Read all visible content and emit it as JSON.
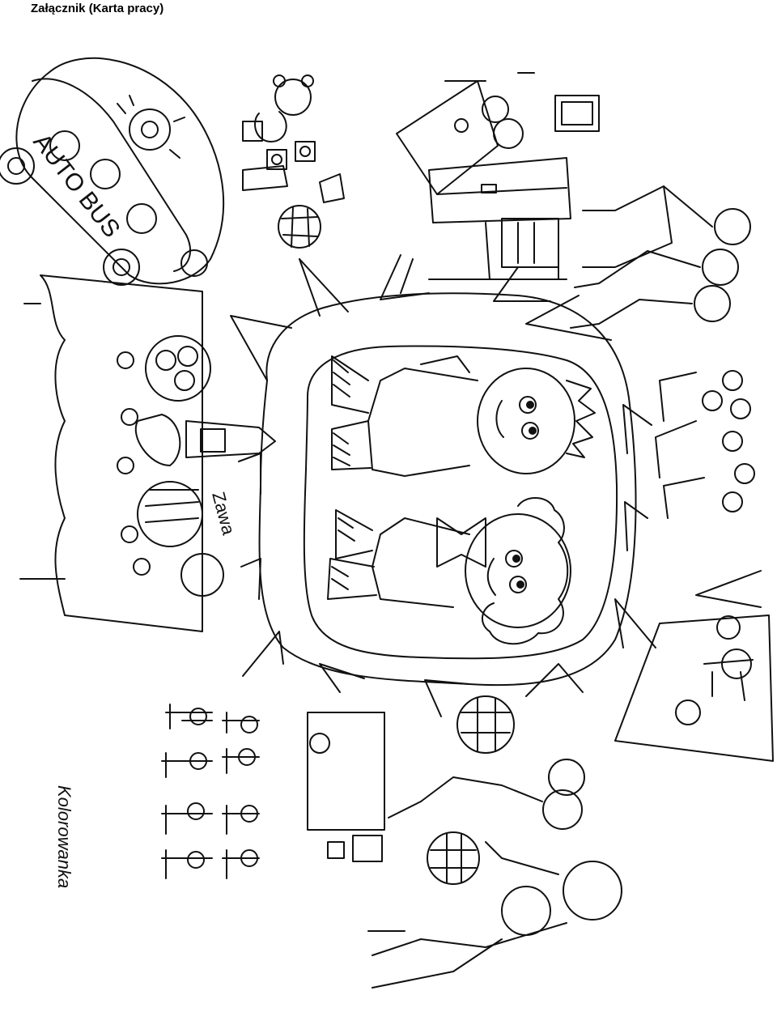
{
  "header": {
    "title": "Załącznik (Karta pracy)"
  },
  "illustration": {
    "bus_text": "AUTO BUS",
    "shop_sign": "Zawa",
    "signature": "Kolorowanka",
    "ink_color": "#111111",
    "paper_color": "#ffffff"
  }
}
